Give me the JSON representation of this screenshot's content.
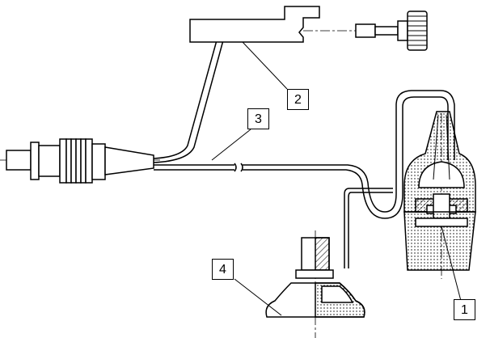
{
  "callouts": [
    {
      "id": "1",
      "label": "1"
    },
    {
      "id": "2",
      "label": "2"
    },
    {
      "id": "3",
      "label": "3"
    },
    {
      "id": "4",
      "label": "4"
    }
  ],
  "colors": {
    "line": "#000000",
    "hatch": "#000000",
    "background": "#ffffff"
  }
}
